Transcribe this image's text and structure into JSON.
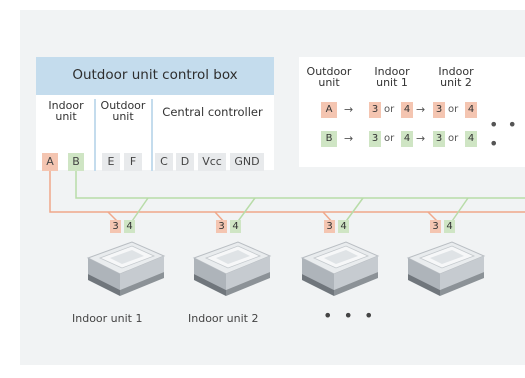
{
  "control_box": {
    "title": "Outdoor unit control box",
    "groups": [
      {
        "label_line1": "Indoor",
        "label_line2": "unit",
        "terminals": [
          "A",
          "B"
        ]
      },
      {
        "label_line1": "Outdoor",
        "label_line2": "unit",
        "terminals": [
          "E",
          "F"
        ]
      },
      {
        "label_line1": "Central controller",
        "label_line2": "",
        "terminals": [
          "C",
          "D",
          "Vcc",
          "GND"
        ]
      }
    ]
  },
  "legend": {
    "headers": [
      {
        "line1": "Outdoor",
        "line2": "unit"
      },
      {
        "line1": "Indoor",
        "line2": "unit 1"
      },
      {
        "line1": "Indoor",
        "line2": "unit 2"
      }
    ],
    "rows": [
      {
        "src": "A",
        "opt1": "3",
        "or": "or",
        "opt2": "4",
        "opt3": "3",
        "opt4": "4"
      },
      {
        "src": "B",
        "opt1": "3",
        "or": "or",
        "opt2": "4",
        "opt3": "3",
        "opt4": "4"
      }
    ],
    "arrow": "→",
    "ellipsis": "• • •"
  },
  "units": [
    {
      "label": "Indoor unit 1",
      "t3": "3",
      "t4": "4"
    },
    {
      "label": "Indoor unit 2",
      "t3": "3",
      "t4": "4"
    },
    {
      "label": "",
      "t3": "3",
      "t4": "4"
    },
    {
      "label": "",
      "t3": "3",
      "t4": "4"
    }
  ],
  "bottom_ellipsis": "• • •",
  "colors": {
    "wire_a": "#f0a88a",
    "wire_b": "#b8dca8",
    "box_header": "#c4dced",
    "panel_bg": "#f1f3f4"
  }
}
